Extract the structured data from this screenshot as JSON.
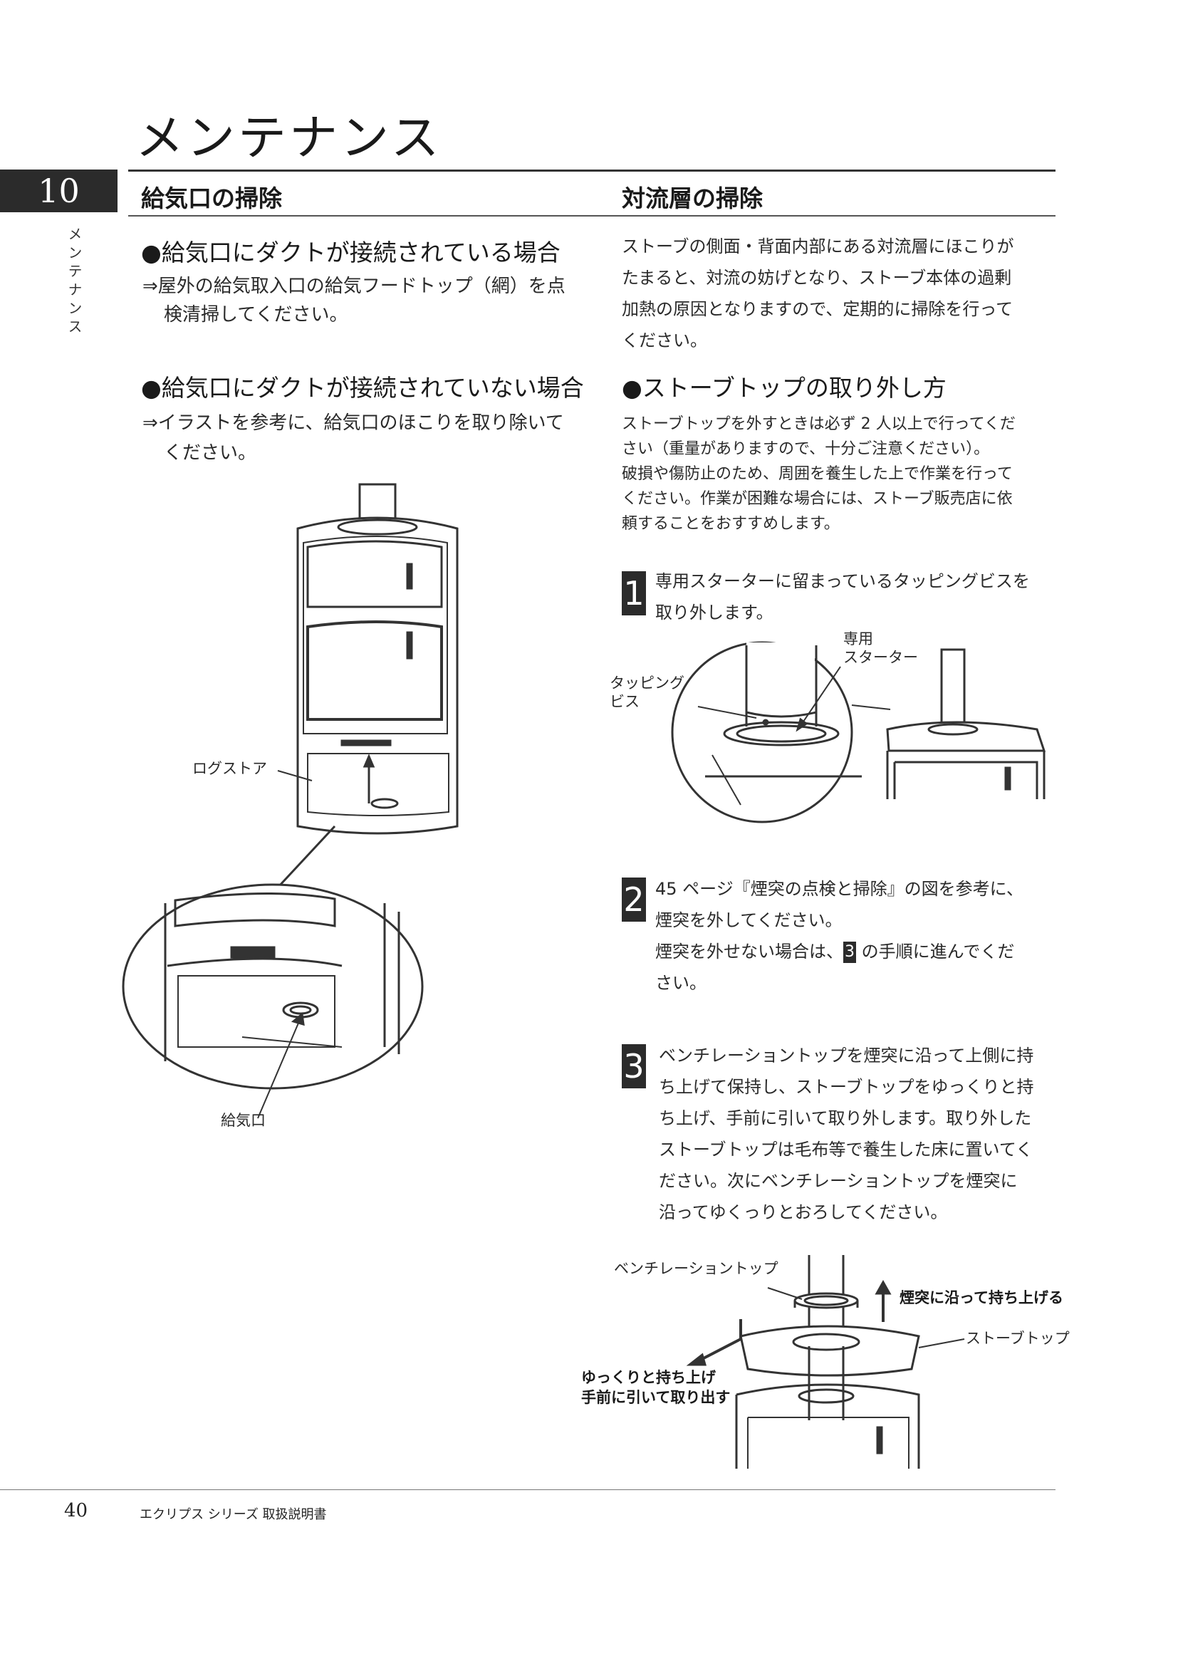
{
  "header": {
    "title": "メンテナンス",
    "chapter": "10",
    "side_label": "メンテナンス"
  },
  "left": {
    "section_title": "給気口の掃除",
    "sub1": {
      "title": "●給気口にダクトが接続されている場合",
      "line1": "⇒屋外の給気取入口の給気フードトップ（網）を点",
      "line2": "検清掃してください。"
    },
    "sub2": {
      "title": "●給気口にダクトが接続されていない場合",
      "line1": "⇒イラストを参考に、給気口のほこりを取り除いて",
      "line2": "ください。"
    },
    "figure": {
      "callout_logstore": "ログストア",
      "callout_inlet": "給気口"
    }
  },
  "right": {
    "section_title": "対流層の掃除",
    "intro": [
      "ストーブの側面・背面内部にある対流層にほこりが",
      "たまると、対流の妨げとなり、ストーブ本体の過剰",
      "加熱の原因となりますので、定期的に掃除を行って",
      "ください。"
    ],
    "sub_title": "●ストーブトップの取り外し方",
    "note": [
      "ストーブトップを外すときは必ず 2 人以上で行ってくだ",
      "さい（重量がありますので、十分ご注意ください）。",
      "破損や傷防止のため、周囲を養生した上で作業を行って",
      "ください。作業が困難な場合には、ストーブ販売店に依",
      "頼することをおすすめします。"
    ],
    "step1": {
      "num": "1",
      "lines": [
        "専用スターターに留まっているタッピングビスを",
        "取り外します。"
      ]
    },
    "fig1": {
      "screw_1": "タッピング",
      "screw_2": "ビス",
      "starter_1": "専用",
      "starter_2": "スターター"
    },
    "step2": {
      "num": "2",
      "lines": [
        "45 ページ『煙突の点検と掃除』の図を参考に、",
        "煙突を外してください。"
      ],
      "line3_pre": "煙突を外せない場合は、",
      "ref_num": "3",
      "line3_post": " の手順に進んでくだ",
      "line4": "さい。"
    },
    "step3": {
      "num": "3",
      "lines": [
        "ベンチレーショントップを煙突に沿って上側に持",
        "ち上げて保持し、ストーブトップをゆっくりと持",
        "ち上げ、手前に引いて取り外します。取り外した",
        "ストーブトップは毛布等で養生した床に置いてく",
        "ださい。次にベンチレーショントップを煙突に",
        "沿ってゆくっりとおろしてください。"
      ]
    },
    "fig3": {
      "vent_top": "ベンチレーショントップ",
      "lift_up": "煙突に沿って持ち上げる",
      "stove_top": "ストーブトップ",
      "pull_1": "ゆっくりと持ち上げ",
      "pull_2": "手前に引いて取り出す"
    }
  },
  "footer": {
    "page_number": "40",
    "manual": "エクリプス シリーズ 取扱説明書"
  }
}
